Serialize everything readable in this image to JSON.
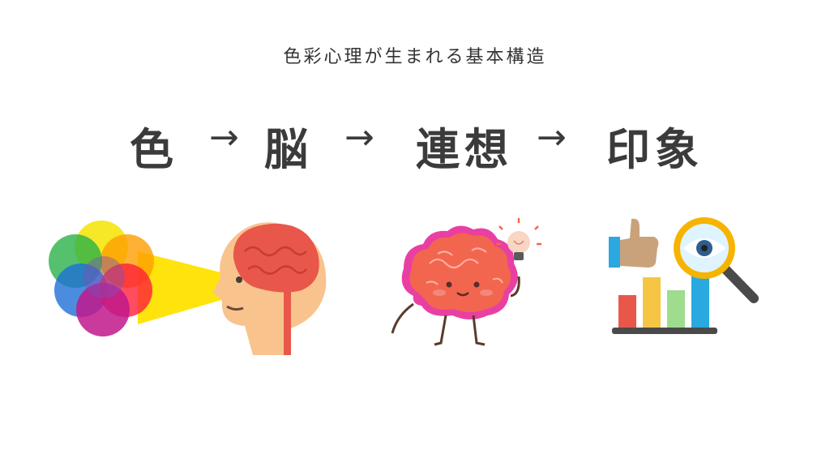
{
  "subtitle": "色彩心理が生まれる基本構造",
  "flow": {
    "steps": [
      "色",
      "脳",
      "連想",
      "印象"
    ],
    "arrow": "→"
  },
  "illustrations": {
    "color": "color-wheel-icon",
    "brain": "head-with-brain-icon",
    "association": "brain-with-lightbulb-icon",
    "impression": "feedback-analysis-icon"
  },
  "colors": {
    "text": "#3b3b3b",
    "brain": "#e8574a",
    "skin": "#f9c38e",
    "beam": "#ffe100"
  }
}
